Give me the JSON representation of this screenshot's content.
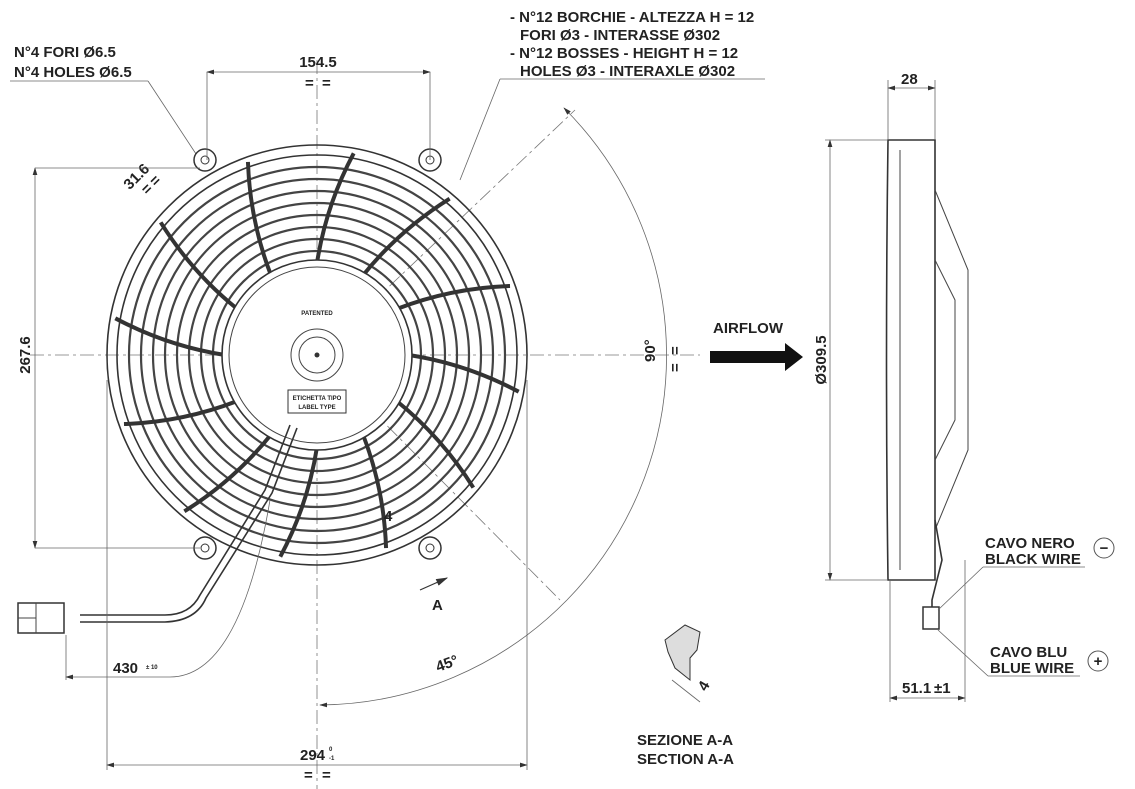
{
  "notes": {
    "holes_it": "N°4 FORI Ø6.5",
    "holes_en": "N°4 HOLES Ø6.5",
    "bosses_it_1": "- N°12 BORCHIE - ALTEZZA H = 12",
    "bosses_it_2": "FORI Ø3 - INTERASSE Ø302",
    "bosses_en_1": "- N°12 BOSSES - HEIGHT H = 12",
    "bosses_en_2": "HOLES Ø3 - INTERAXLE Ø302"
  },
  "dimensions": {
    "top_width": "154.5",
    "hole_spacing": "31.6",
    "height": "267.6",
    "overall_width": "294",
    "overall_width_tol_upper": "0",
    "overall_width_tol_lower": "-1",
    "cable_length": "430",
    "cable_tol": "± 10",
    "angle_90": "90°",
    "angle_45": "45°",
    "section_thickness": "4",
    "depth": "28",
    "diameter": "Ø309.5",
    "side_depth": "51.1",
    "side_depth_tol": "±1",
    "equal_mark": "="
  },
  "hub": {
    "patented": "PATENTED",
    "label_it": "ETICHETTA TIPO",
    "label_en": "LABEL TYPE"
  },
  "airflow": "AIRFLOW",
  "section": {
    "marker": "A",
    "title_it": "SEZIONE A-A",
    "title_en": "SECTION A-A"
  },
  "wires": {
    "black_it": "CAVO NERO",
    "black_en": "BLACK WIRE",
    "black_sign": "−",
    "blue_it": "CAVO BLU",
    "blue_en": "BLUE WIRE",
    "blue_sign": "+"
  }
}
